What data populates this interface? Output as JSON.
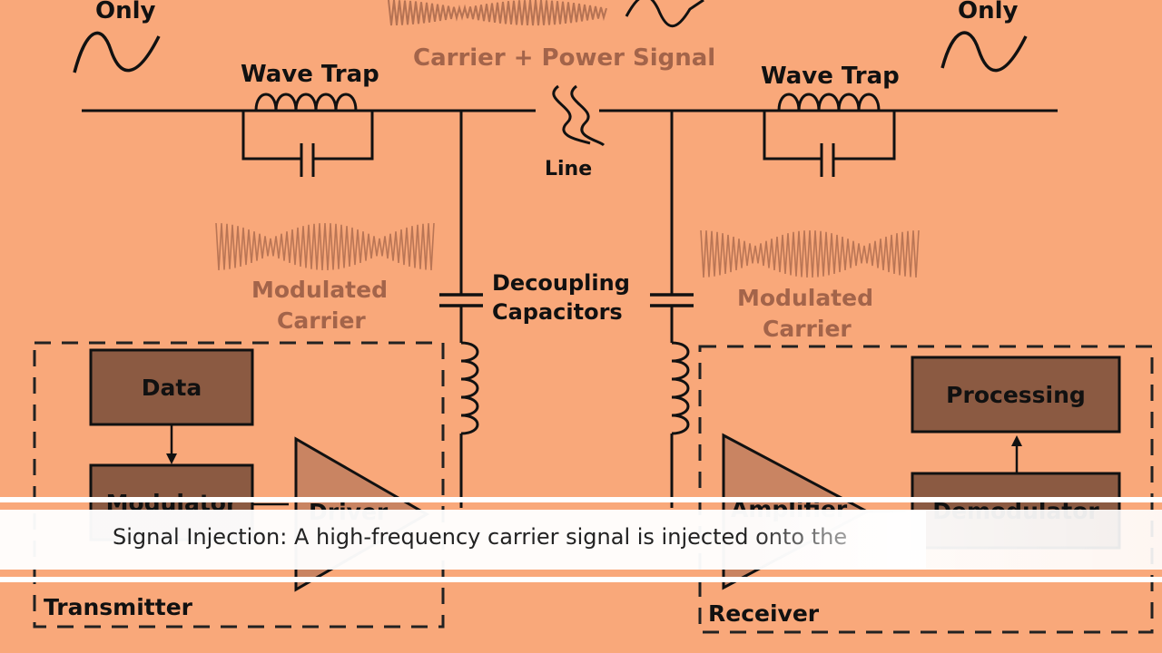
{
  "labels": {
    "only_left": "Only",
    "only_right": "Only",
    "carrier_power": "Carrier + Power Signal",
    "wave_trap_left": "Wave Trap",
    "wave_trap_right": "Wave Trap",
    "line": "Line",
    "modulated_left_1": "Modulated",
    "modulated_left_2": "Carrier",
    "modulated_right_1": "Modulated",
    "modulated_right_2": "Carrier",
    "decoupling_1": "Decoupling",
    "decoupling_2": "Capacitors"
  },
  "blocks": {
    "data": "Data",
    "modulator": "Modulator",
    "driver": "Driver",
    "processing": "Processing",
    "demodulator": "Demodulator",
    "amplifier": "Amplifier"
  },
  "groups": {
    "transmitter": "Transmitter",
    "receiver": "Receiver"
  },
  "caption": {
    "text": "Signal Injection: A high-frequency carrier signal is injected onto the"
  },
  "colors": {
    "background": "#f9a87a",
    "block_fill": "#8b5a42",
    "triangle_fill": "#c98462",
    "line": "#111111",
    "faded_text": "#a3644a"
  }
}
